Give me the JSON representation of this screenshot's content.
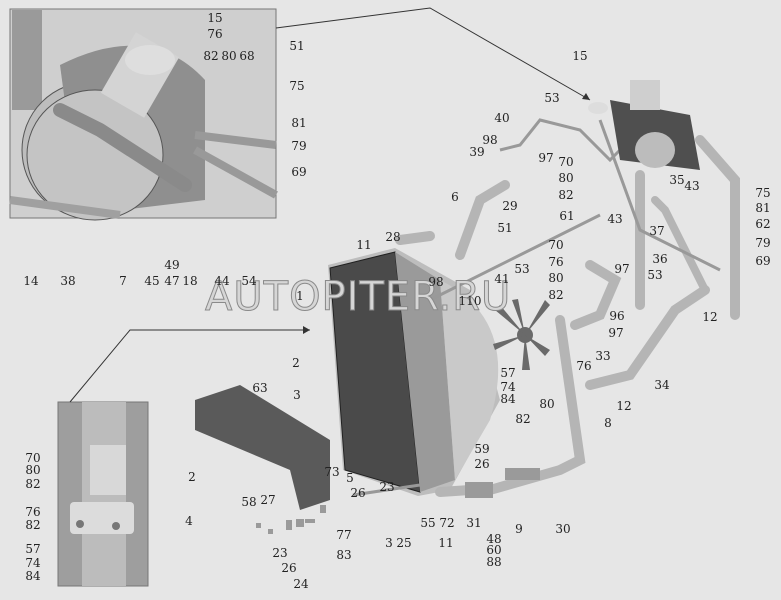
{
  "watermark": "AUTOPITER.RU",
  "inset_top_labels": [
    "15",
    "76",
    "82",
    "80",
    "68",
    "51",
    "75",
    "81",
    "79",
    "69",
    "14",
    "38",
    "7",
    "45",
    "49",
    "47",
    "18",
    "44",
    "54"
  ],
  "main_labels": [
    "15",
    "53",
    "40",
    "98",
    "39",
    "97",
    "70",
    "80",
    "82",
    "6",
    "29",
    "51",
    "61",
    "35",
    "43",
    "75",
    "81",
    "62",
    "79",
    "69",
    "37",
    "36",
    "53",
    "12",
    "43",
    "28",
    "11",
    "70",
    "76",
    "80",
    "82",
    "53",
    "41",
    "98",
    "97",
    "96",
    "97",
    "110",
    "1",
    "33",
    "76",
    "34",
    "12",
    "80",
    "82",
    "8",
    "57",
    "74",
    "84",
    "2",
    "63",
    "3",
    "73",
    "59",
    "26",
    "5",
    "23",
    "26",
    "27",
    "58",
    "77",
    "83",
    "23",
    "26",
    "24",
    "3",
    "25",
    "55",
    "72",
    "11",
    "31",
    "48",
    "60",
    "88",
    "9",
    "30"
  ],
  "inset_bottom_labels": [
    "70",
    "80",
    "82",
    "2",
    "76",
    "82",
    "4",
    "57",
    "74",
    "84"
  ]
}
